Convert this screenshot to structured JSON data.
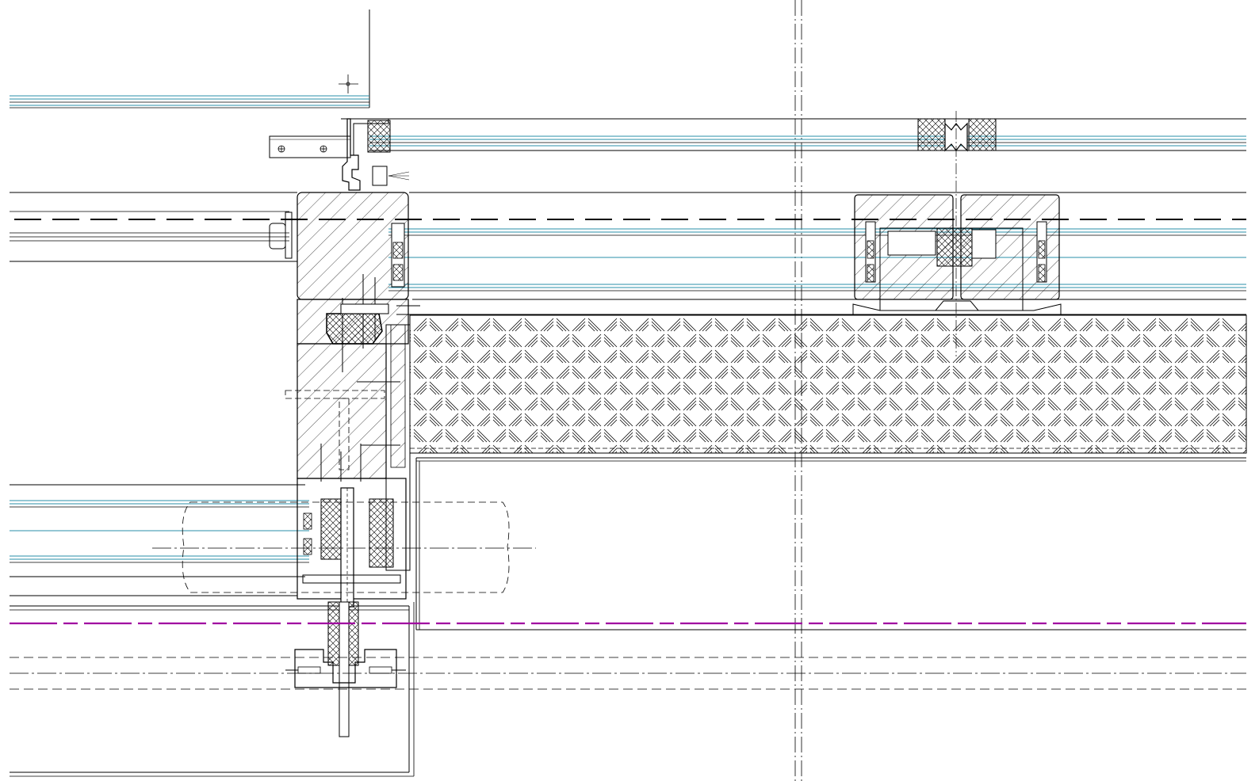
{
  "drawing": {
    "colors": {
      "background": "#ffffff",
      "line": "#000000",
      "glass": "#2a8fa8",
      "section_line": "#a000a0"
    },
    "hatch_patterns": [
      "diagonal-timber-hatch",
      "woven-insulation-hatch",
      "cross-hatch"
    ]
  }
}
